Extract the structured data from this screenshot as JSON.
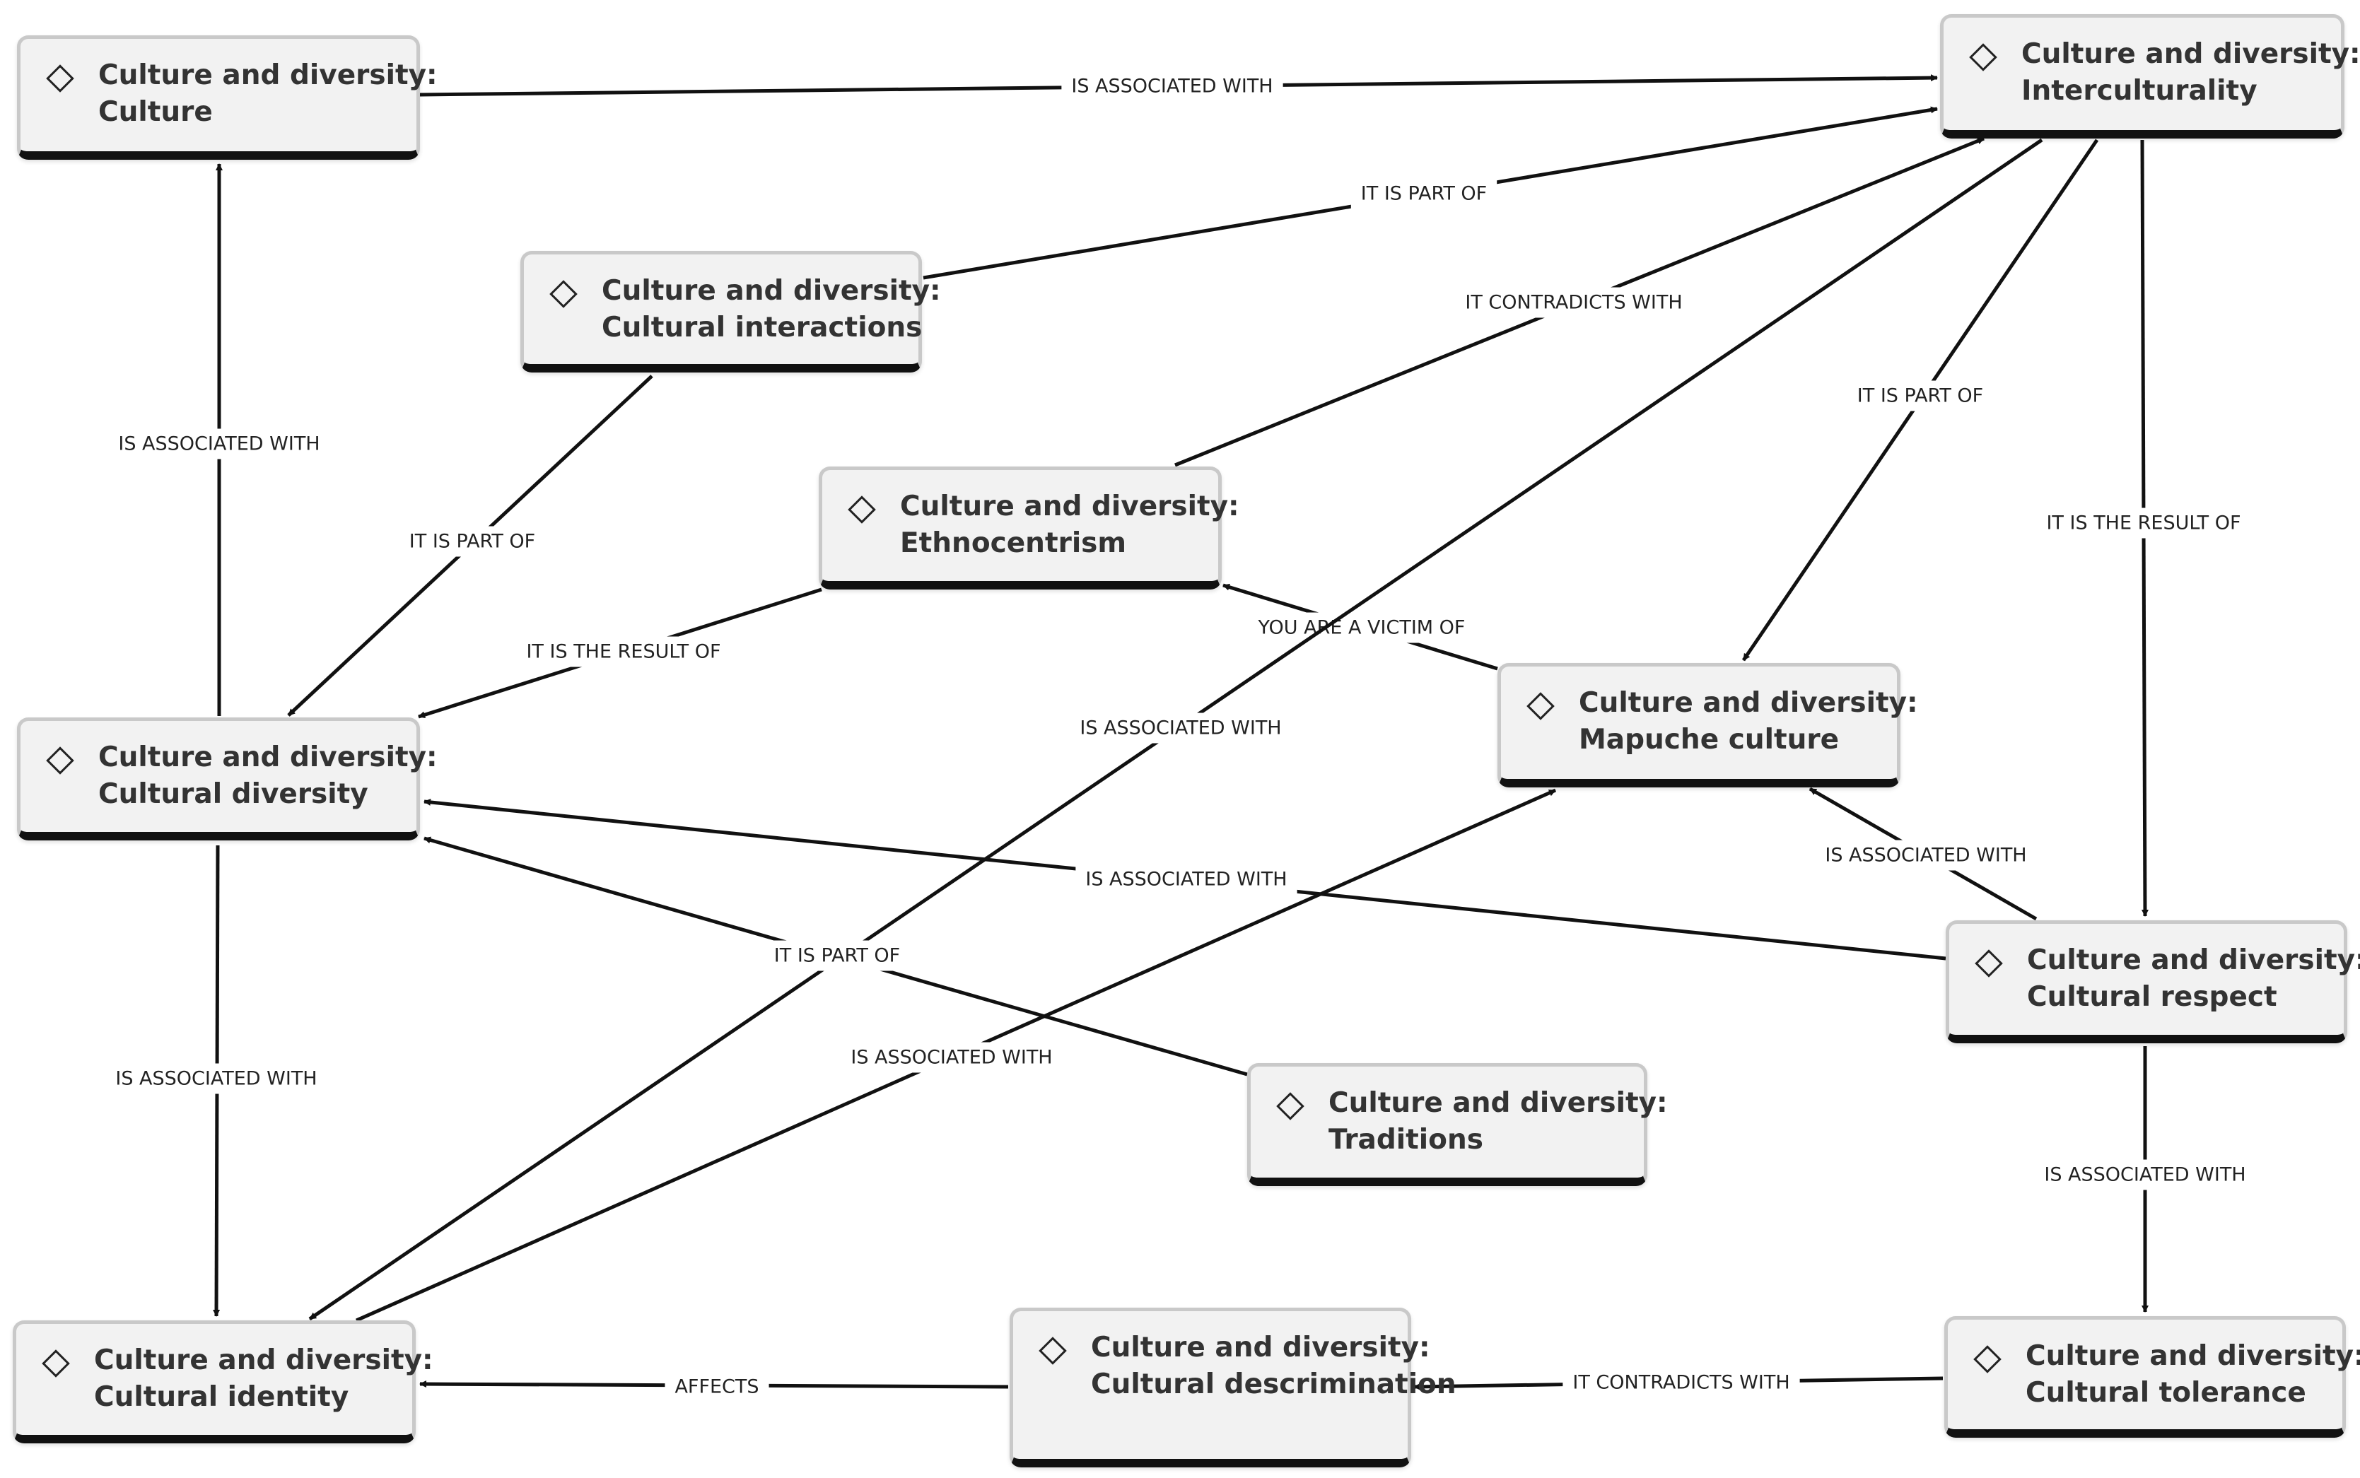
{
  "nodes": [
    {
      "id": "culture",
      "prefix": "Culture and diversity:",
      "name": "Culture"
    },
    {
      "id": "interculturality",
      "prefix": "Culture and diversity:",
      "name": "Interculturality"
    },
    {
      "id": "cultural_interactions",
      "prefix": "Culture and diversity:",
      "name": "Cultural interactions"
    },
    {
      "id": "ethnocentrism",
      "prefix": "Culture and diversity:",
      "name": "Ethnocentrism"
    },
    {
      "id": "cultural_diversity",
      "prefix": "Culture and diversity:",
      "name": "Cultural diversity"
    },
    {
      "id": "mapuche_culture",
      "prefix": "Culture and diversity:",
      "name": "Mapuche culture"
    },
    {
      "id": "cultural_respect",
      "prefix": "Culture and diversity:",
      "name": "Cultural respect"
    },
    {
      "id": "traditions",
      "prefix": "Culture and diversity:",
      "name": "Traditions"
    },
    {
      "id": "cultural_identity",
      "prefix": "Culture and diversity:",
      "name": "Cultural identity"
    },
    {
      "id": "cultural_descrimination",
      "prefix": "Culture and diversity:",
      "name": "Cultural descrimination"
    },
    {
      "id": "cultural_tolerance",
      "prefix": "Culture and diversity:",
      "name": "Cultural tolerance"
    }
  ],
  "edges": [
    {
      "from": "culture",
      "to": "interculturality",
      "label": "IS ASSOCIATED WITH"
    },
    {
      "from": "cultural_interactions",
      "to": "interculturality",
      "label": "IT IS PART OF"
    },
    {
      "from": "ethnocentrism",
      "to": "interculturality",
      "label": "IT CONTRADICTS WITH"
    },
    {
      "from": "cultural_diversity",
      "to": "culture",
      "label": "IS ASSOCIATED WITH"
    },
    {
      "from": "cultural_interactions",
      "to": "cultural_diversity",
      "label": "IT IS PART OF"
    },
    {
      "from": "ethnocentrism",
      "to": "cultural_diversity",
      "label": "IT IS THE RESULT OF"
    },
    {
      "from": "interculturality",
      "to": "mapuche_culture",
      "label": "IT IS PART OF"
    },
    {
      "from": "interculturality",
      "to": "cultural_respect",
      "label": "IT IS THE RESULT OF"
    },
    {
      "from": "mapuche_culture",
      "to": "ethnocentrism",
      "label": "YOU ARE A VICTIM OF"
    },
    {
      "from": "interculturality",
      "to": "cultural_identity",
      "label": "IS ASSOCIATED WITH"
    },
    {
      "from": "cultural_respect",
      "to": "cultural_diversity",
      "label": "IS ASSOCIATED WITH"
    },
    {
      "from": "cultural_respect",
      "to": "mapuche_culture",
      "label": "IS ASSOCIATED WITH"
    },
    {
      "from": "traditions",
      "to": "cultural_diversity",
      "label": "IT IS PART OF"
    },
    {
      "from": "cultural_identity",
      "to": "mapuche_culture",
      "label": "IS ASSOCIATED WITH"
    },
    {
      "from": "cultural_diversity",
      "to": "cultural_identity",
      "label": "IS ASSOCIATED WITH"
    },
    {
      "from": "cultural_respect",
      "to": "cultural_tolerance",
      "label": "IS ASSOCIATED WITH"
    },
    {
      "from": "cultural_tolerance",
      "to": "cultural_descrimination",
      "label": "IT CONTRADICTS WITH"
    },
    {
      "from": "cultural_descrimination",
      "to": "cultural_identity",
      "label": "AFFECTS"
    }
  ]
}
